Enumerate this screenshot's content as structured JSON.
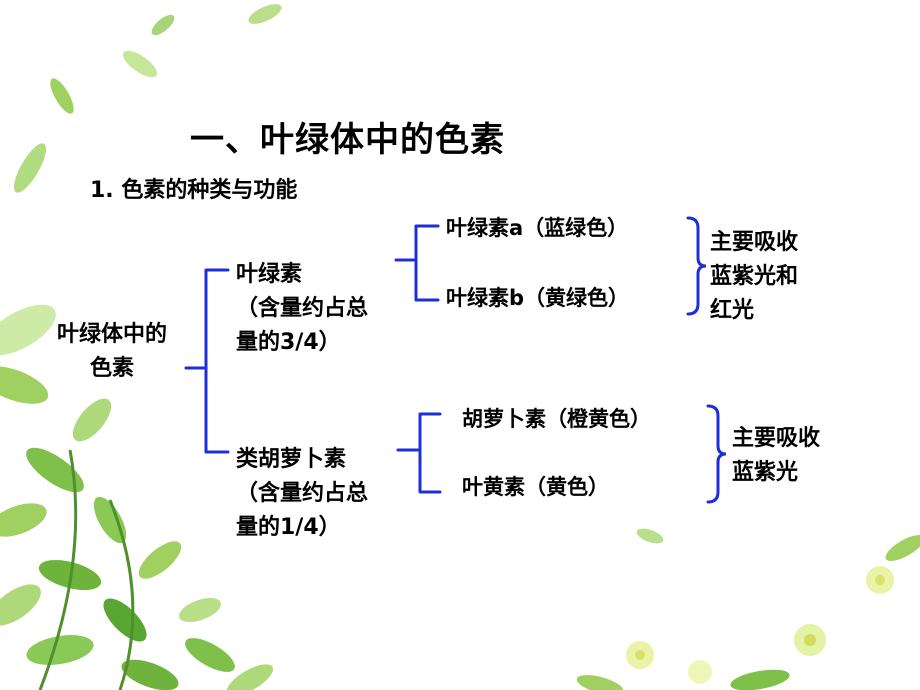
{
  "slide": {
    "title": "一、叶绿体中的色素",
    "subtitle": "1. 色素的种类与功能",
    "root": {
      "line1": "叶绿体中的",
      "line2": "色素"
    },
    "chlorophyll": {
      "label": "叶绿素",
      "content_line1": "（含量约占总",
      "content_line2": "量的3/4）",
      "a": "叶绿素a（蓝绿色）",
      "b": "叶绿素b（黄绿色）",
      "function": {
        "line1": "主要吸收",
        "line2": "蓝紫光和",
        "line3": "红光"
      }
    },
    "carotenoid": {
      "label": "类胡萝卜素",
      "content_line1": "（含量约占总",
      "content_line2": "量的1/4）",
      "carotene": "胡萝卜素（橙黄色）",
      "xanthophyll": "叶黄素（黄色）",
      "function": {
        "line1": "主要吸收",
        "line2": "蓝紫光"
      }
    }
  },
  "colors": {
    "bracket": "#1f2fd6",
    "leaf": "#9fd060",
    "leaf_dark": "#5aa632",
    "flower": "#e9f4a8"
  }
}
